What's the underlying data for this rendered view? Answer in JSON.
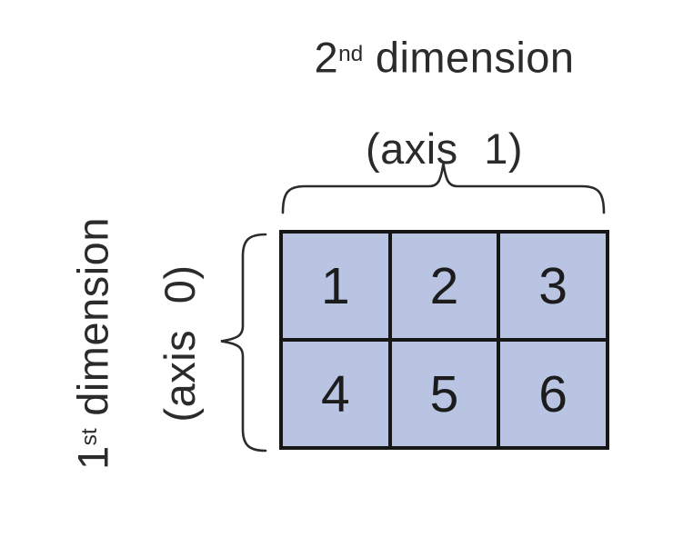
{
  "top_label": {
    "line1": {
      "number": "2",
      "suffix": "nd",
      "text": " dimension"
    },
    "line2": "(axis 1)"
  },
  "left_label": {
    "line1": {
      "number": "1",
      "suffix": "st",
      "text": " dimension"
    },
    "line2": "(axis 0)"
  },
  "grid": {
    "rows": 2,
    "columns": 3,
    "cells": [
      "1",
      "2",
      "3",
      "4",
      "5",
      "6"
    ]
  },
  "icons": {
    "top_brace": "curly-brace-horizontal",
    "left_brace": "curly-brace-vertical"
  },
  "colors": {
    "background": "#ffffff",
    "cell_fill": "#b8c4e2",
    "grid_border": "#161616",
    "text": "#2b2b2b"
  }
}
